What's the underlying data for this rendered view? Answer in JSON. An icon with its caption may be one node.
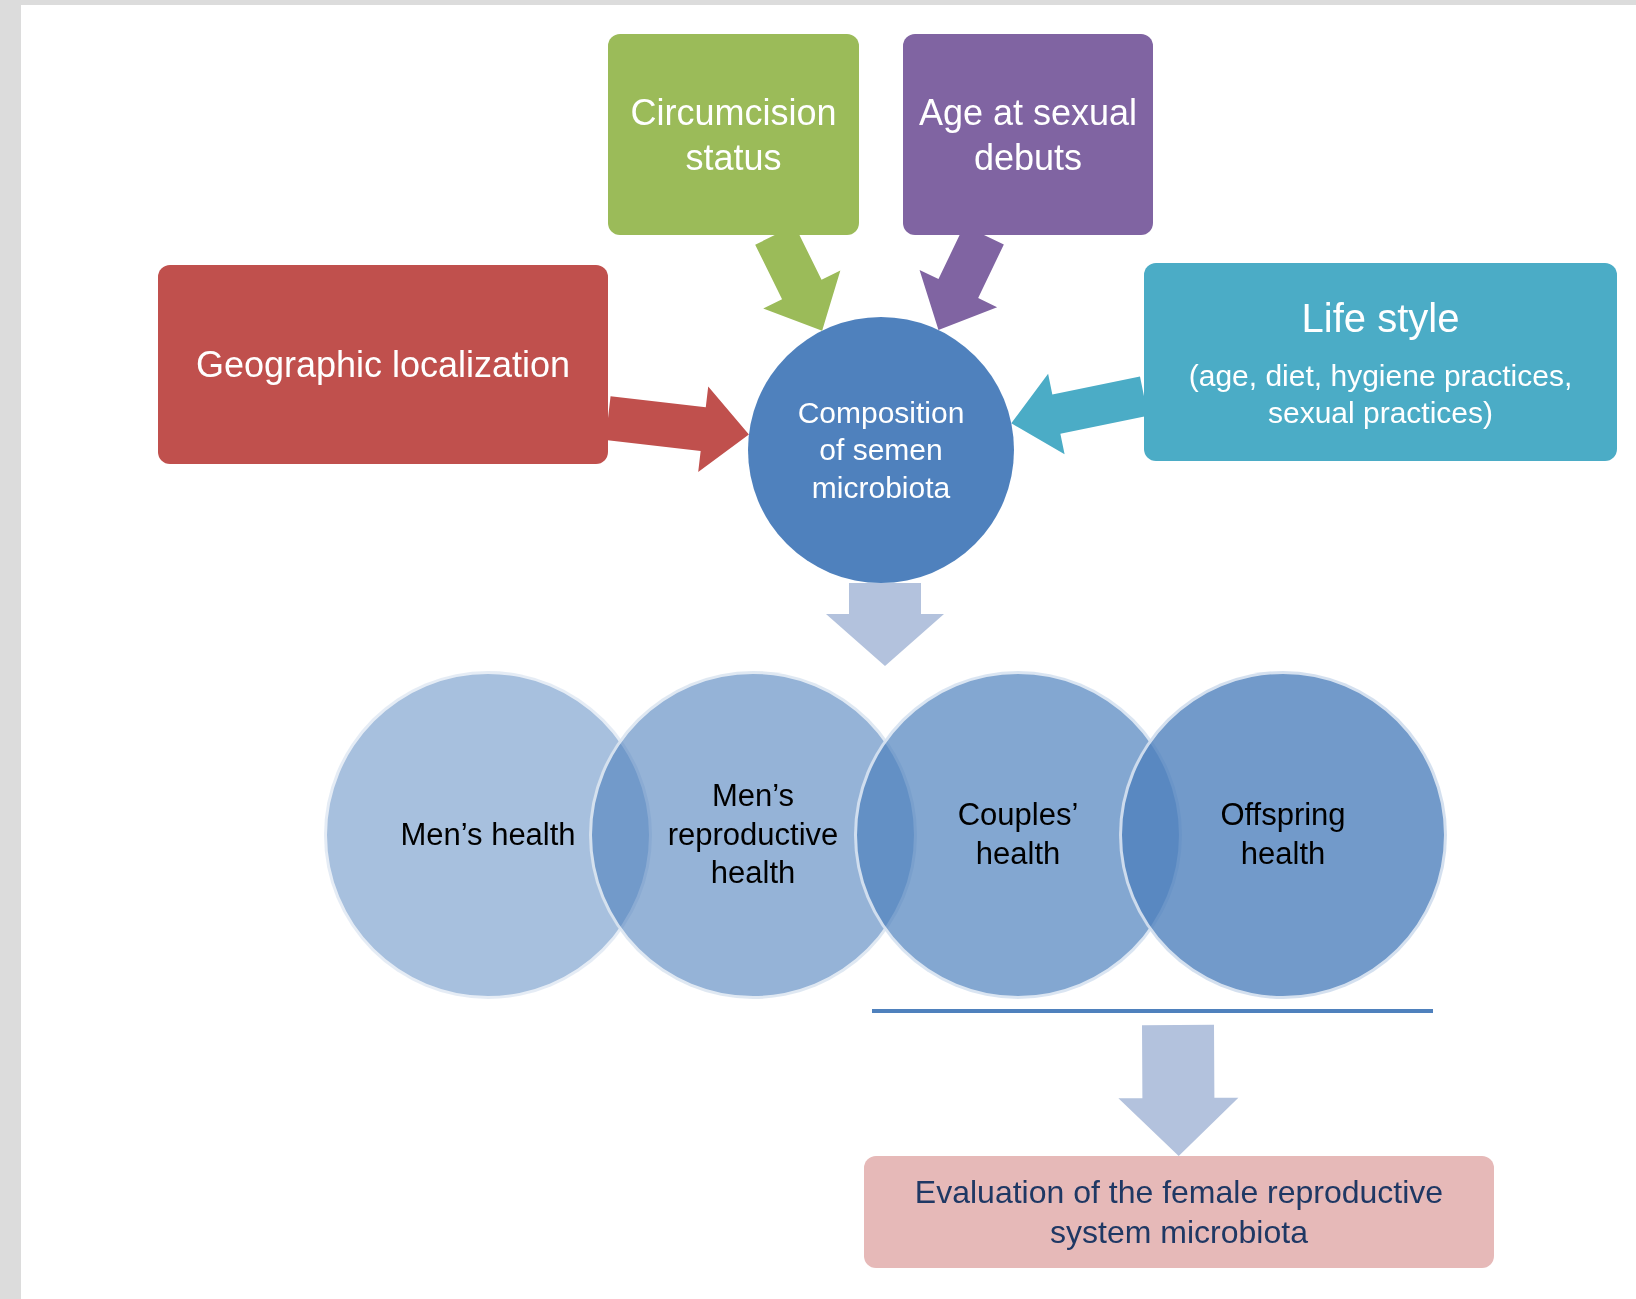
{
  "diagram": {
    "nodes": [
      {
        "text": [
          "Circumcision status"
        ]
      },
      {
        "text": [
          "Age at sexual debuts"
        ]
      },
      {
        "text": [
          "Geographic localization"
        ]
      },
      {
        "text": [
          "Life style",
          "(age, diet, hygiene practices, sexual practices)"
        ]
      },
      {
        "text": [
          "Composition of semen microbiota"
        ]
      },
      {
        "text": [
          "Men’s health"
        ]
      },
      {
        "text": [
          "Men’s reproductive health"
        ]
      },
      {
        "text": [
          "Couples’ health"
        ]
      },
      {
        "text": [
          "Offspring health"
        ]
      },
      {
        "text": [
          "Evaluation of the female reproductive system microbiota"
        ]
      }
    ],
    "edges": [
      {
        "from": 0,
        "to": 4,
        "arrow": "to",
        "color": "#9bbb59"
      },
      {
        "from": 1,
        "to": 4,
        "arrow": "to",
        "color": "#8064a2"
      },
      {
        "from": 2,
        "to": 4,
        "arrow": "to",
        "color": "#c0504d"
      },
      {
        "from": 3,
        "to": 4,
        "arrow": "to",
        "color": "#4bacc6"
      },
      {
        "from": 4,
        "to": null,
        "arrow": "to",
        "color": "#b3c2dd"
      },
      {
        "from": null,
        "to": 9,
        "arrow": "to",
        "color": "#b3c2dd"
      }
    ]
  }
}
